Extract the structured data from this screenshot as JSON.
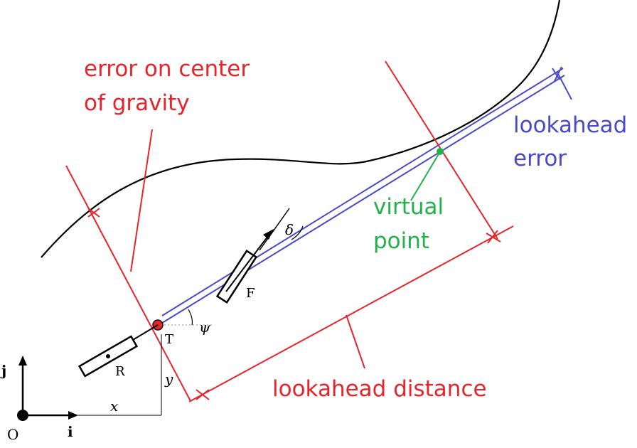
{
  "colors": {
    "red": "#e8242b",
    "blue": "#4a4ac8",
    "green": "#22b04a",
    "black": "#000000",
    "gray": "#888888"
  },
  "annotations": {
    "cog_error_line1": "error on center",
    "cog_error_line2": "of gravity",
    "lookahead_error_line1": "lookahead",
    "lookahead_error_line2": "error",
    "virtual_point_line1": "virtual",
    "virtual_point_line2": "point",
    "lookahead_distance": "lookahead distance"
  },
  "symbols": {
    "delta": "δ",
    "psi": "ψ",
    "x": "x",
    "y": "y",
    "front_wheel": "F",
    "rear_wheel": "R",
    "reference_point": "T",
    "origin": "O",
    "i": "i",
    "j": "j"
  },
  "icons": {
    "virtual_point": "green-dot",
    "reference_point": "red-dot"
  }
}
